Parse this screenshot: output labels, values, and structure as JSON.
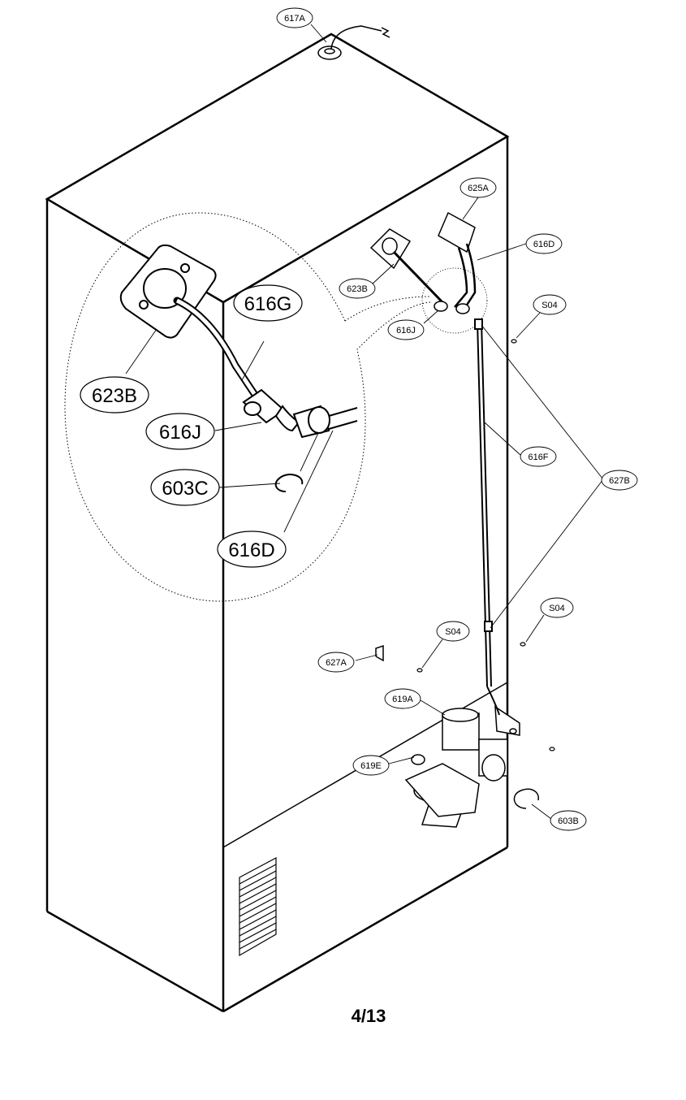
{
  "page_number": "4/13",
  "small_labels": [
    {
      "id": "617A",
      "text": "617A"
    },
    {
      "id": "625A",
      "text": "625A"
    },
    {
      "id": "616D",
      "text": "616D"
    },
    {
      "id": "623B",
      "text": "623B"
    },
    {
      "id": "616J",
      "text": "616J"
    },
    {
      "id": "S04_top",
      "text": "S04"
    },
    {
      "id": "616F",
      "text": "616F"
    },
    {
      "id": "627B",
      "text": "627B"
    },
    {
      "id": "S04_right",
      "text": "S04"
    },
    {
      "id": "S04_mid",
      "text": "S04"
    },
    {
      "id": "627A",
      "text": "627A"
    },
    {
      "id": "619A",
      "text": "619A"
    },
    {
      "id": "619E",
      "text": "619E"
    },
    {
      "id": "603B",
      "text": "603B"
    }
  ],
  "large_labels": [
    {
      "id": "616G",
      "text": "616G"
    },
    {
      "id": "623B",
      "text": "623B"
    },
    {
      "id": "616J",
      "text": "616J"
    },
    {
      "id": "603C",
      "text": "603C"
    },
    {
      "id": "616D",
      "text": "616D"
    }
  ]
}
